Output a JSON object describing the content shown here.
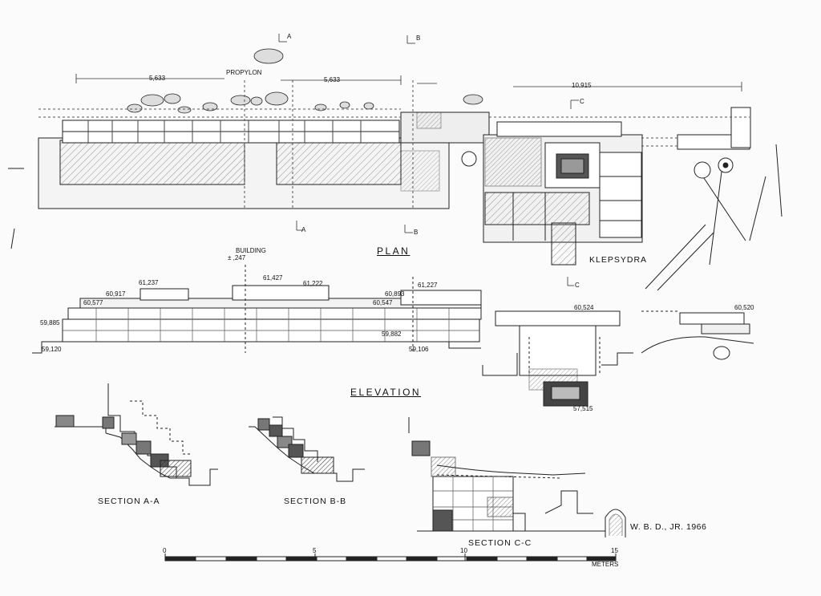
{
  "plan": {
    "title": "PLAN",
    "propylon_label": "PROPYLON",
    "dim_left": "5,633",
    "dim_mid": "5,633",
    "dim_right": "10,915",
    "klepsydra_label": "KLEPSYDRA",
    "section_markers": {
      "a_top": "A",
      "a_bottom": "A",
      "b_top": "B",
      "b_bottom": "B",
      "c_top": "C",
      "c_bottom": "C"
    }
  },
  "elevation": {
    "title": "ELEVATION",
    "building_label": "BUILDING",
    "building_level": "± ,247",
    "levels": {
      "l1": "61,237",
      "l2": "60,917",
      "l3": "60,577",
      "l4": "59,885",
      "l5": "59,120",
      "l6": "61,427",
      "l7": "61,222",
      "l8": "60,893",
      "l9": "61,227",
      "l10": "60,547",
      "l11": "59,882",
      "l12": "59,106",
      "l13": "60,524",
      "l14": "57,515",
      "l15": "60,520"
    }
  },
  "sections": {
    "aa": "SECTION A-A",
    "bb": "SECTION B-B",
    "cc": "SECTION C-C"
  },
  "signature": "W. B. D., JR.  1966",
  "scale": {
    "ticks": [
      "0",
      "5",
      "10",
      "15"
    ],
    "unit": "METERS"
  }
}
